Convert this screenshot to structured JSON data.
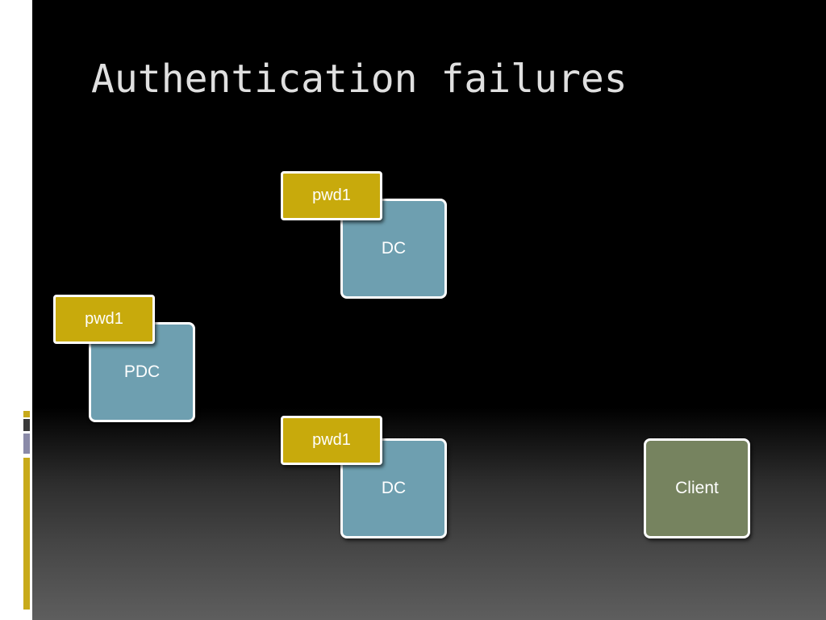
{
  "slide": {
    "title": "Authentication failures"
  },
  "nodes": [
    {
      "id": "dc-top",
      "label": "DC",
      "kind": "server",
      "tag": "pwd1"
    },
    {
      "id": "pdc",
      "label": "PDC",
      "kind": "server",
      "tag": "pwd1"
    },
    {
      "id": "dc-bottom",
      "label": "DC",
      "kind": "server",
      "tag": "pwd1"
    },
    {
      "id": "client",
      "label": "Client",
      "kind": "client"
    }
  ],
  "colors": {
    "server": "#6e9fb0",
    "client": "#76835f",
    "tag": "#c8aa0c",
    "accent": "#c8aa1a",
    "border": "#ffffff"
  }
}
